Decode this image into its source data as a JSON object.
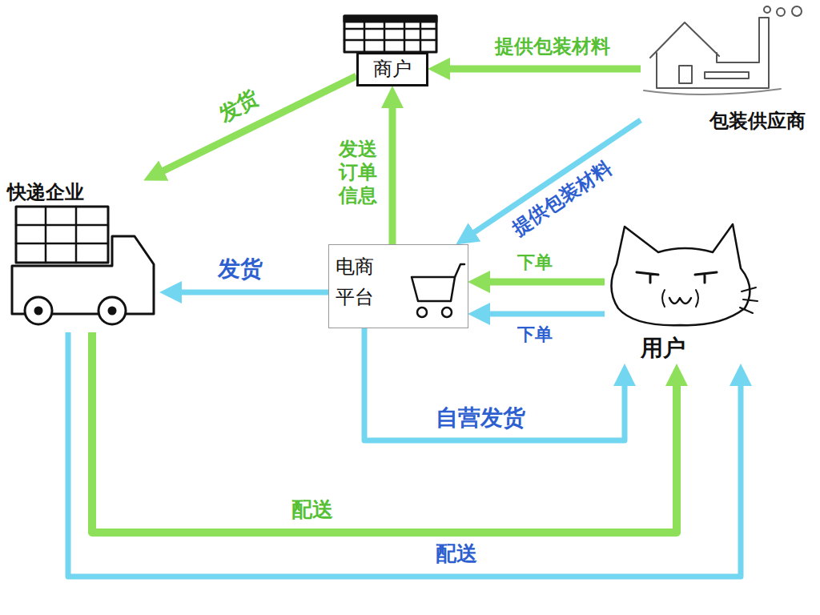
{
  "diagram": {
    "nodes": [
      {
        "text": [
          "商户"
        ]
      },
      {
        "text": [
          "包装供应商"
        ]
      },
      {
        "text": [
          "快递企业"
        ]
      },
      {
        "text": [
          "电商 平台"
        ]
      },
      {
        "text": [
          "用户"
        ]
      }
    ],
    "edges": [
      {
        "from": 1,
        "to": 0,
        "label": "提供包装材料",
        "arrow": "to"
      },
      {
        "from": 0,
        "to": 2,
        "label": "发货",
        "arrow": "to"
      },
      {
        "from": 3,
        "to": 0,
        "label": "发送订单信息",
        "arrow": "to"
      },
      {
        "from": 1,
        "to": 3,
        "label": "提供包装材料",
        "arrow": "to"
      },
      {
        "from": 3,
        "to": 2,
        "label": "发货",
        "arrow": "to"
      },
      {
        "from": 4,
        "to": 3,
        "label": "下单",
        "arrow": "to"
      },
      {
        "from": 4,
        "to": 3,
        "label": "下单",
        "arrow": "to"
      },
      {
        "from": 3,
        "to": 4,
        "label": "自营发货",
        "arrow": "to"
      },
      {
        "from": 2,
        "to": 4,
        "label": "配送",
        "arrow": "to"
      },
      {
        "from": 2,
        "to": 4,
        "label": "配送",
        "arrow": "to"
      }
    ]
  }
}
